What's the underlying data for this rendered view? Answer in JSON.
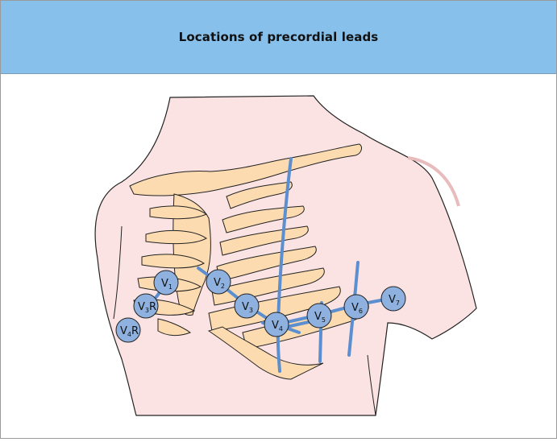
{
  "title": "Locations of precordial leads",
  "colors": {
    "header_bg": "#86c0eb",
    "skin": "#fbe3e3",
    "ribcage": "#fddbb0",
    "lead_line": "#5b8fcf",
    "electrode": "#8eb1df",
    "outline": "#222222"
  },
  "leads": [
    {
      "id": "V1",
      "base": "V",
      "sub": "1",
      "suffix": ""
    },
    {
      "id": "V2",
      "base": "V",
      "sub": "2",
      "suffix": ""
    },
    {
      "id": "V3",
      "base": "V",
      "sub": "3",
      "suffix": ""
    },
    {
      "id": "V4",
      "base": "V",
      "sub": "4",
      "suffix": ""
    },
    {
      "id": "V5",
      "base": "V",
      "sub": "5",
      "suffix": ""
    },
    {
      "id": "V6",
      "base": "V",
      "sub": "6",
      "suffix": ""
    },
    {
      "id": "V7",
      "base": "V",
      "sub": "7",
      "suffix": ""
    },
    {
      "id": "V3R",
      "base": "V",
      "sub": "3",
      "suffix": "R"
    },
    {
      "id": "V4R",
      "base": "V",
      "sub": "4",
      "suffix": "R"
    }
  ]
}
